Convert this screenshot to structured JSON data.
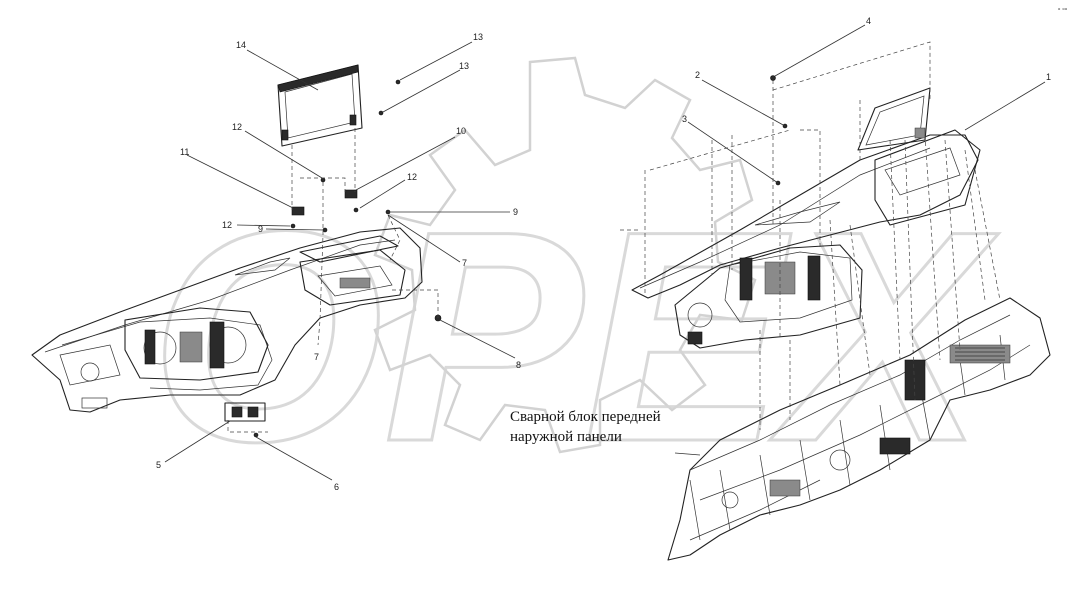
{
  "annotation": {
    "line1": "Сварной блок передней",
    "line2": "наружной панели"
  },
  "corner_mark": "ₒ ₒₒ",
  "watermark_text": "OPEX",
  "callouts": [
    {
      "id": "c1",
      "text": "1"
    },
    {
      "id": "c2",
      "text": "2"
    },
    {
      "id": "c3",
      "text": "3"
    },
    {
      "id": "c4",
      "text": "4"
    },
    {
      "id": "c5",
      "text": "5"
    },
    {
      "id": "c6",
      "text": "6"
    },
    {
      "id": "c7a",
      "text": "7"
    },
    {
      "id": "c7b",
      "text": "7"
    },
    {
      "id": "c8",
      "text": "8"
    },
    {
      "id": "c9a",
      "text": "9"
    },
    {
      "id": "c9b",
      "text": "9"
    },
    {
      "id": "c10",
      "text": "10"
    },
    {
      "id": "c11",
      "text": "11"
    },
    {
      "id": "c12a",
      "text": "12"
    },
    {
      "id": "c12b",
      "text": "12"
    },
    {
      "id": "c12c",
      "text": "12"
    },
    {
      "id": "c13a",
      "text": "13"
    },
    {
      "id": "c13b",
      "text": "13"
    },
    {
      "id": "c14",
      "text": "14"
    }
  ]
}
